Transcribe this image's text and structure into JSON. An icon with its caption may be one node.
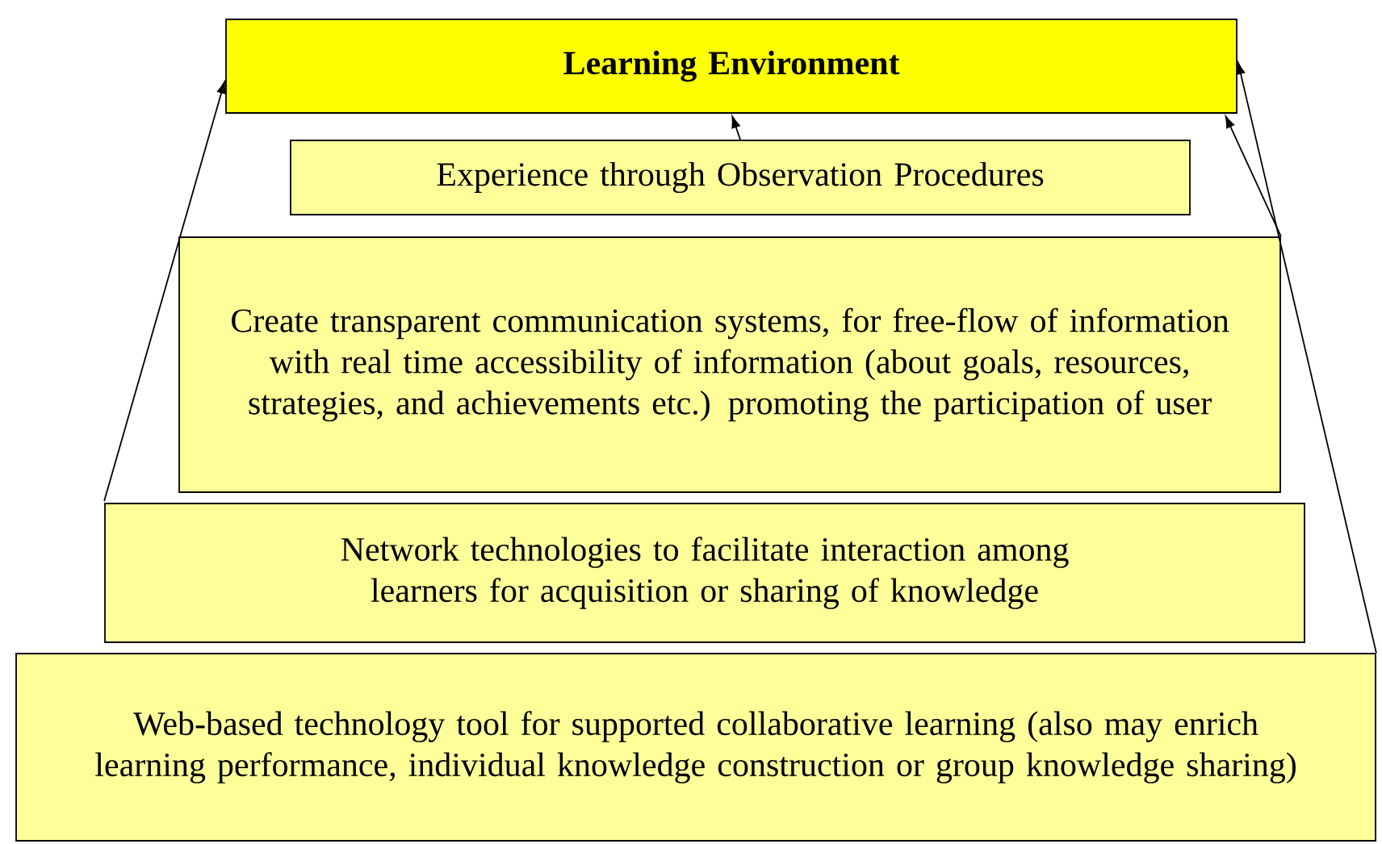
{
  "diagram": {
    "nodes": [
      {
        "text": [
          "Learning Environment"
        ]
      },
      {
        "text": [
          "Experience through Observation Procedures"
        ]
      },
      {
        "text": [
          "Create transparent communication systems, for free-flow of information with real time accessibility of information (about goals, resources, strategies, and achievements etc.) promoting the participation of user"
        ]
      },
      {
        "text": [
          "Network technologies to facilitate interaction among learners for acquisition or sharing of knowledge"
        ]
      },
      {
        "text": [
          "Web-based technology tool for supported collaborative learning (also may enrich learning performance, individual knowledge construction or group knowledge sharing)"
        ]
      }
    ],
    "edges": [
      {
        "from": 3,
        "to": 0,
        "arrow": "to"
      },
      {
        "from": 1,
        "to": 0,
        "arrow": "to"
      },
      {
        "from": 2,
        "to": 0,
        "arrow": "to"
      },
      {
        "from": 4,
        "to": 0,
        "arrow": "to"
      }
    ]
  }
}
